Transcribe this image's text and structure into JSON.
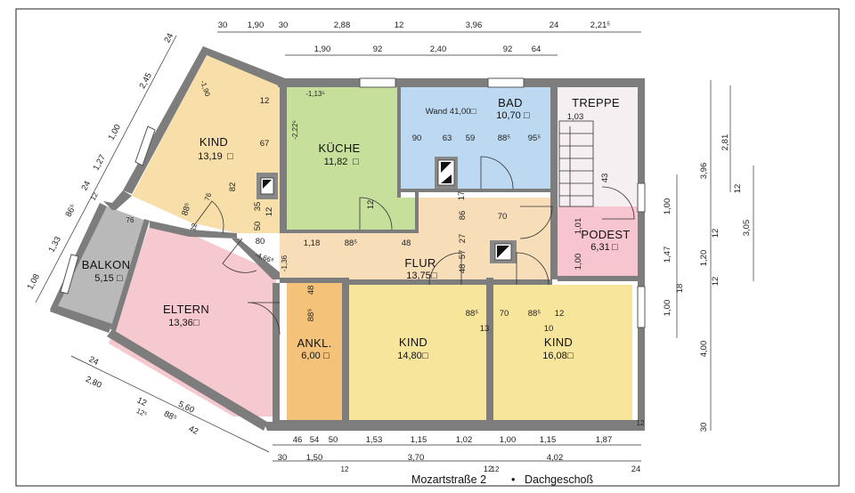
{
  "title": {
    "address": "Mozartstraße 2",
    "separator": "•",
    "floor": "Dachgeschoß"
  },
  "area_unit_symbol": "□",
  "rooms": [
    {
      "id": "kind1",
      "name": "KIND",
      "area": "13,19"
    },
    {
      "id": "kueche",
      "name": "KÜCHE",
      "area": "11,82"
    },
    {
      "id": "bad",
      "name": "BAD",
      "area": "10,70"
    },
    {
      "id": "treppe",
      "name": "TREPPE",
      "area": ""
    },
    {
      "id": "podest",
      "name": "PODEST",
      "area": "6,31"
    },
    {
      "id": "balkon",
      "name": "BALKON",
      "area": "5,15"
    },
    {
      "id": "eltern",
      "name": "ELTERN",
      "area": "13,36"
    },
    {
      "id": "flur",
      "name": "FLUR",
      "area": "13,75"
    },
    {
      "id": "ankl",
      "name": "ANKL.",
      "area": "6,00"
    },
    {
      "id": "kind2",
      "name": "KIND",
      "area": "14,80"
    },
    {
      "id": "kind3",
      "name": "KIND",
      "area": "16,08"
    }
  ],
  "bad_wall_label": "Wand 41,00□",
  "top_dims_row1": [
    "30",
    "1,90",
    "30",
    "2,88",
    "12",
    "3,96",
    "24",
    "2,21⁵"
  ],
  "top_dims_row2": [
    "1,90",
    "92",
    "2,40",
    "92",
    "64"
  ],
  "bottom_dims_row1": [
    "46",
    "54",
    "50",
    "1,53",
    "1,15",
    "1,02",
    "1,00",
    "1,15",
    "1,87"
  ],
  "bottom_dims_row2": [
    "30",
    "1,50",
    "3,70",
    "12",
    "4,02",
    "24"
  ],
  "bottom_dims_small": [
    "12",
    "12",
    "12"
  ],
  "right_dims_outer": [
    "3,96",
    "4,00",
    "30"
  ],
  "right_dims_mid": [
    "2,81",
    "12",
    "3,05"
  ],
  "right_dims_inner": [
    "1,00",
    "12",
    "1,47",
    "1,20",
    "12",
    "18",
    "1,00"
  ],
  "left_dims": [
    "24",
    "2,45",
    "1,00",
    "1,27",
    "24",
    "12",
    "86⁵",
    "1,33",
    "1,08"
  ],
  "bottom_left_dims": [
    "24",
    "2,80",
    "5,60",
    "12",
    "88⁵",
    "42",
    "12⁵"
  ],
  "interior_dims": {
    "kind1": [
      "-1,90",
      "12",
      "67",
      "82",
      "88⁵",
      "76",
      "35",
      "12",
      "50",
      "12",
      "76",
      "80",
      "-4,66⁸",
      "-1,36"
    ],
    "kueche": [
      "-1,13⁵",
      "-2,22⁵",
      "12"
    ],
    "bad": [
      "90",
      "63",
      "59",
      "88⁵",
      "95⁵",
      "17"
    ],
    "treppe": [
      "1,03",
      "43"
    ],
    "flur": [
      "1,18",
      "88⁵",
      "48",
      "86",
      "27",
      "57",
      "48",
      "70",
      "1,01",
      "1,00",
      "88⁵",
      "13",
      "70",
      "88⁵",
      "12",
      "10",
      "48",
      "88⁵"
    ]
  }
}
